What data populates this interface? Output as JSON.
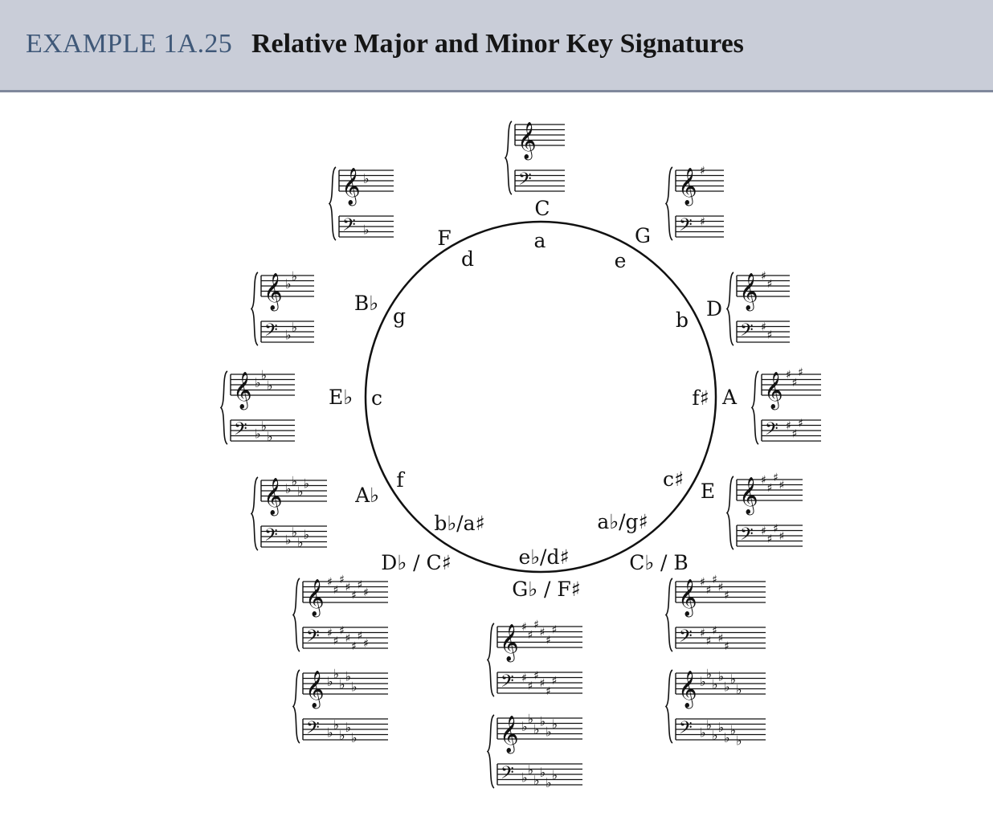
{
  "header": {
    "example_label": "EXAMPLE 1A.25",
    "title": "Relative Major and Minor Key Signatures",
    "background_color": "#c9cdd8",
    "label_color": "#3f5878"
  },
  "circle_of_fifths": {
    "keys": [
      {
        "major": "C",
        "minor": "a",
        "signature": {
          "type": "none",
          "count": 0
        }
      },
      {
        "major": "G",
        "minor": "e",
        "signature": {
          "type": "sharp",
          "count": 1
        }
      },
      {
        "major": "D",
        "minor": "b",
        "signature": {
          "type": "sharp",
          "count": 2
        }
      },
      {
        "major": "A",
        "minor": "f♯",
        "signature": {
          "type": "sharp",
          "count": 3
        }
      },
      {
        "major": "E",
        "minor": "c♯",
        "signature": {
          "type": "sharp",
          "count": 4
        }
      },
      {
        "major": "C♭ / B",
        "minor": "a♭/g♯",
        "signatures": [
          {
            "type": "sharp",
            "count": 5
          },
          {
            "type": "flat",
            "count": 7
          }
        ]
      },
      {
        "major": "G♭ / F♯",
        "minor": "e♭/d♯",
        "signatures": [
          {
            "type": "sharp",
            "count": 6
          },
          {
            "type": "flat",
            "count": 6
          }
        ]
      },
      {
        "major": "D♭ / C♯",
        "minor": "b♭/a♯",
        "signatures": [
          {
            "type": "sharp",
            "count": 7
          },
          {
            "type": "flat",
            "count": 5
          }
        ]
      },
      {
        "major": "A♭",
        "minor": "f",
        "signature": {
          "type": "flat",
          "count": 4
        }
      },
      {
        "major": "E♭",
        "minor": "c",
        "signature": {
          "type": "flat",
          "count": 3
        }
      },
      {
        "major": "B♭",
        "minor": "g",
        "signature": {
          "type": "flat",
          "count": 2
        }
      },
      {
        "major": "F",
        "minor": "d",
        "signature": {
          "type": "flat",
          "count": 1
        }
      }
    ],
    "icons": {
      "treble": "treble-clef-icon",
      "bass": "bass-clef-icon",
      "sharp": "sharp-icon",
      "flat": "flat-icon",
      "brace": "brace-icon"
    }
  }
}
